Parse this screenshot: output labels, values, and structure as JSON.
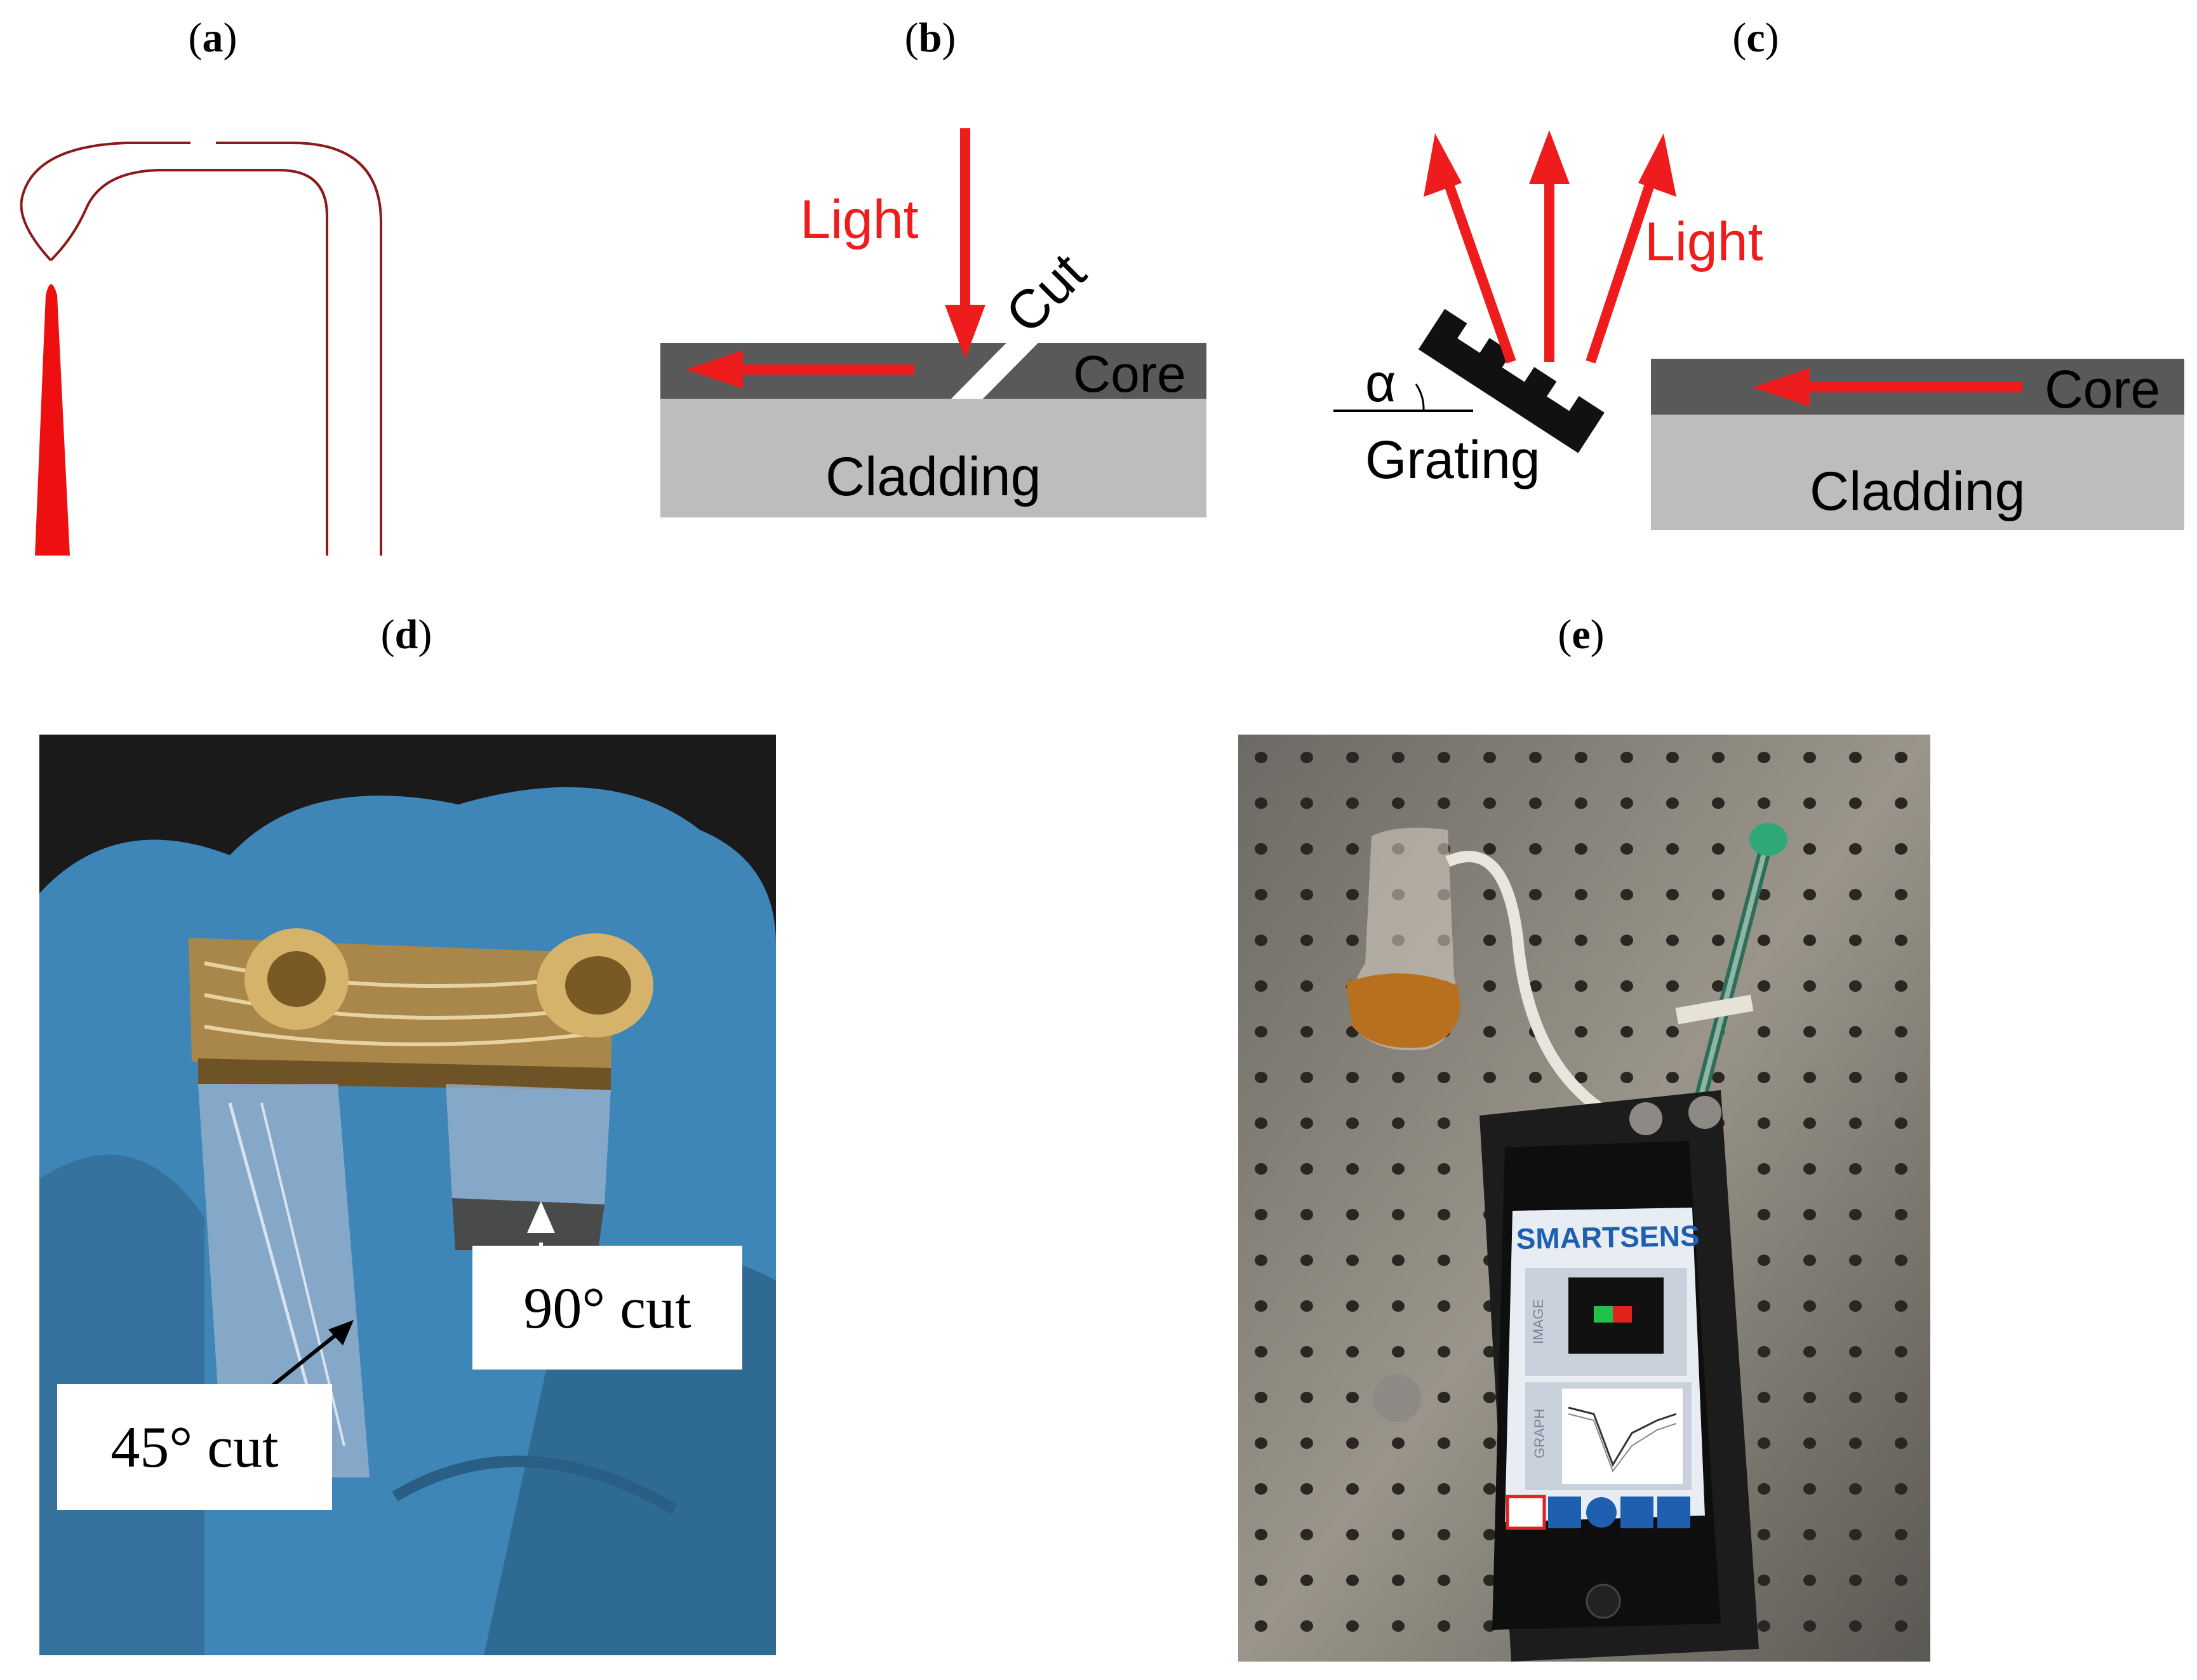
{
  "panels": {
    "a": {
      "label_open": "(",
      "letter": "a",
      "label_close": ")"
    },
    "b": {
      "label_open": "(",
      "letter": "b",
      "label_close": ")",
      "light": "Light",
      "cut": "Cut",
      "core": "Core",
      "cladding": "Cladding"
    },
    "c": {
      "label_open": "(",
      "letter": "c",
      "label_close": ")",
      "light": "Light",
      "alpha": "α",
      "grating": "Grating",
      "core": "Core",
      "cladding": "Cladding"
    },
    "d": {
      "label_open": "(",
      "letter": "d",
      "label_close": ")",
      "cut_90": "90° cut",
      "cut_45": "45° cut"
    },
    "e": {
      "label_open": "(",
      "letter": "e",
      "label_close": ")",
      "app_title": "SMARTSENS",
      "image_tab": "IMAGE",
      "graph_tab": "GRAPH"
    }
  },
  "colors": {
    "light_arrow": "#ee1c1c",
    "core": "#595959",
    "cladding": "#bdbdbd",
    "waveguide": "#8b1a1a",
    "glove": "#3f86b8",
    "app_blue": "#1f5fb0"
  }
}
